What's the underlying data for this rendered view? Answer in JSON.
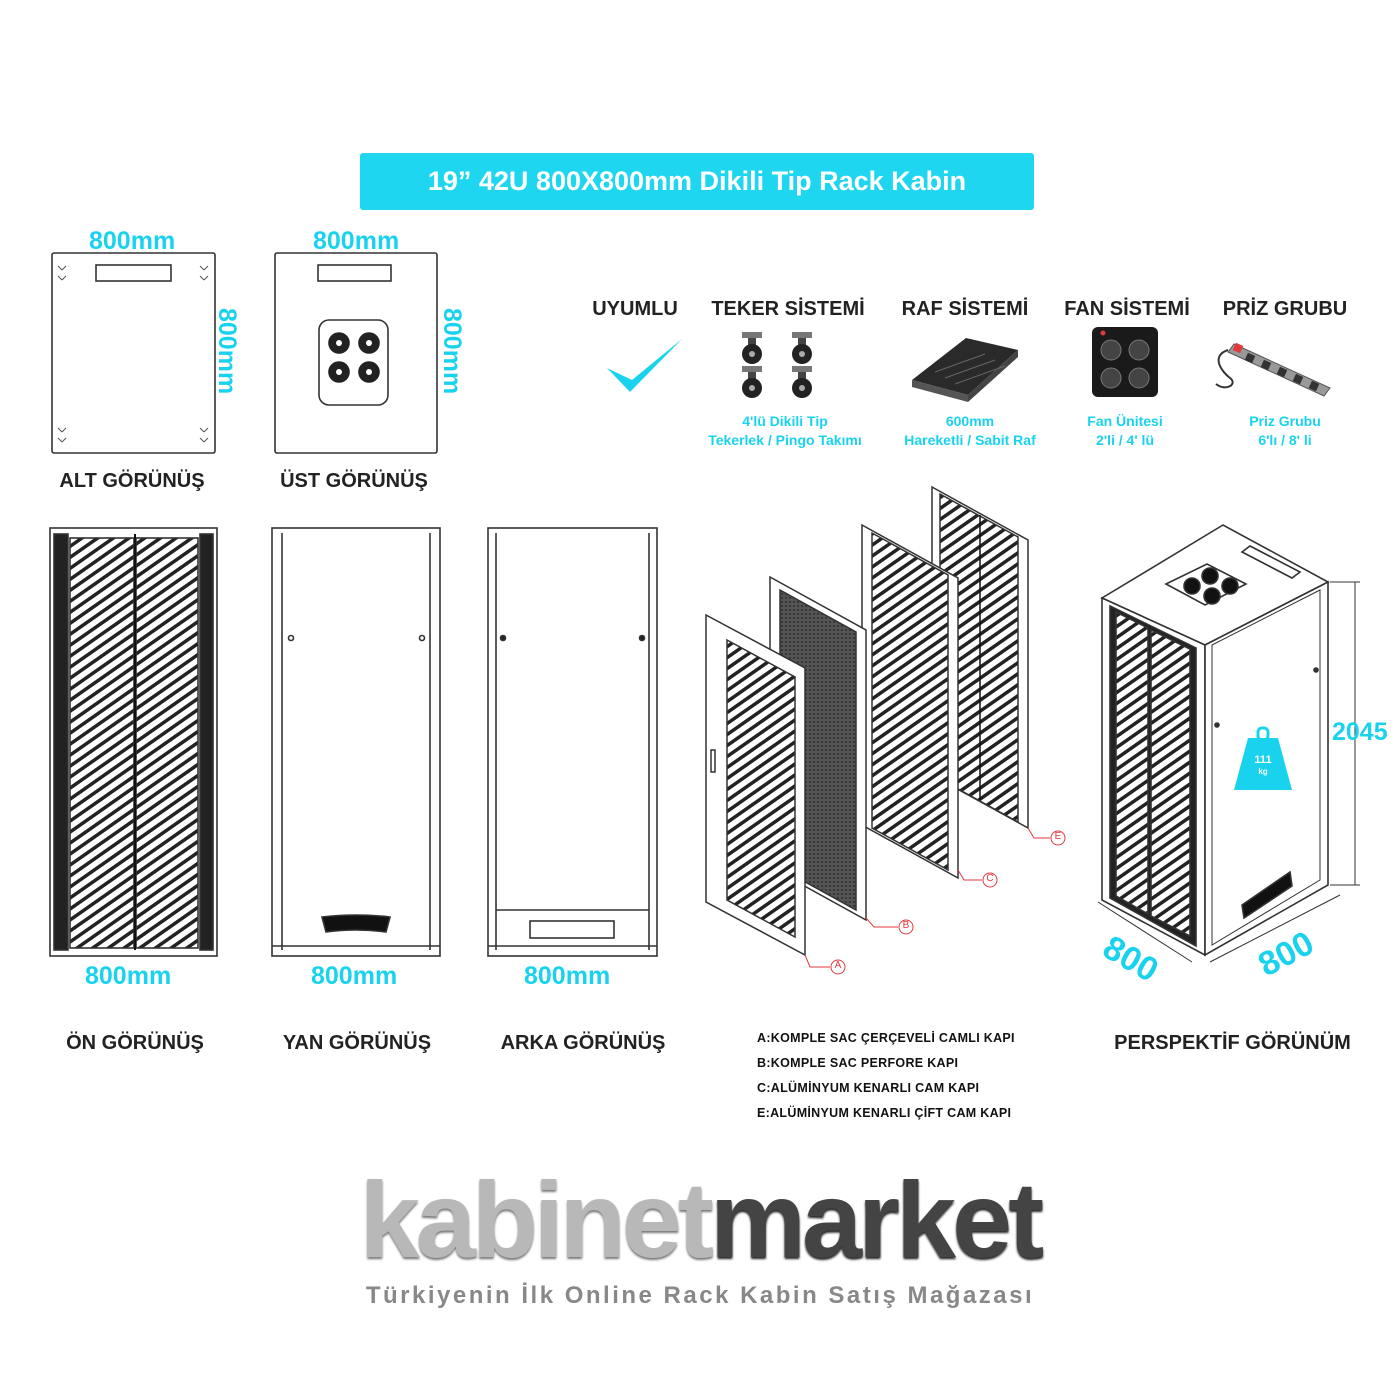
{
  "title": "19” 42U 800X800mm Dikili Tip Rack Kabin",
  "views": {
    "alt": {
      "label": "ALT GÖRÜNÜŞ",
      "width": "800mm",
      "depth": "800mm"
    },
    "ust": {
      "label": "ÜST GÖRÜNÜŞ",
      "width": "800mm",
      "depth": "800mm"
    },
    "on": {
      "label": "ÖN GÖRÜNÜŞ",
      "width": "800mm"
    },
    "yan": {
      "label": "YAN GÖRÜNÜŞ",
      "width": "800mm"
    },
    "arka": {
      "label": "ARKA GÖRÜNÜŞ",
      "width": "800mm"
    },
    "perspektif": {
      "label": "PERSPEKTİF GÖRÜNÜM",
      "height": "2045",
      "width": "800",
      "depth": "800",
      "weight_value": "111",
      "weight_unit": "kg"
    }
  },
  "features": {
    "uyumlu": {
      "title": "UYUMLU"
    },
    "teker": {
      "title": "TEKER SİSTEMİ",
      "desc1": "4'lü Dikili Tip",
      "desc2": "Tekerlek / Pingo Takımı"
    },
    "raf": {
      "title": "RAF SİSTEMİ",
      "desc1": "600mm",
      "desc2": "Hareketli / Sabit Raf"
    },
    "fan": {
      "title": "FAN SİSTEMİ",
      "desc1": "Fan Ünitesi",
      "desc2": "2'li / 4' lü"
    },
    "priz": {
      "title": "PRİZ GRUBU",
      "desc1": "Priz Grubu",
      "desc2": "6'lı / 8' li"
    }
  },
  "door_markers": [
    "A",
    "B",
    "C",
    "E"
  ],
  "legend": [
    "A:KOMPLE SAC ÇERÇEVELİ CAMLI KAPI",
    "B:KOMPLE SAC PERFORE KAPI",
    "C:ALÜMİNYUM KENARLI CAM KAPI",
    "E:ALÜMİNYUM KENARLI ÇİFT CAM KAPI"
  ],
  "brand": {
    "part1": "kabinet",
    "part2": "market",
    "tagline": "Türkiyenin İlk Online Rack Kabin Satış Mağazası"
  },
  "colors": {
    "accent": "#1fd6f0",
    "text": "#222222",
    "line": "#333333",
    "marker": "#e0393e"
  }
}
